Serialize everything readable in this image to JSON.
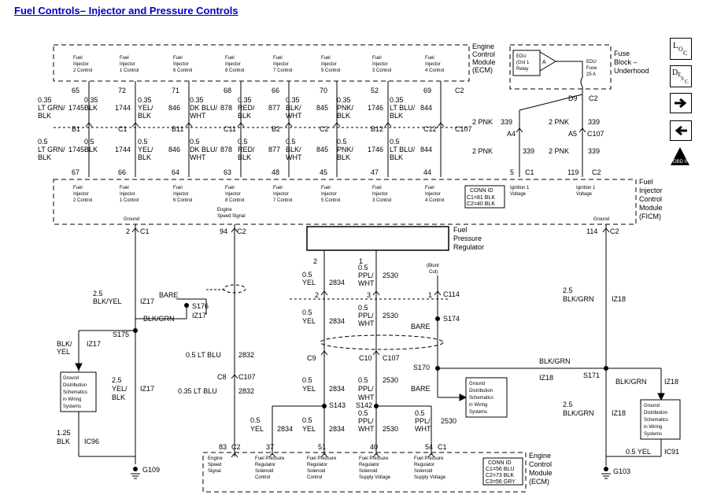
{
  "title": "Fuel Controls– Injector and Pressure Controls",
  "ecm_top": {
    "title_lines": [
      "Engine",
      "Control",
      "Module",
      "(ECM)"
    ],
    "inputs": [
      {
        "l1": "Fuel",
        "l2": "Injector",
        "l3": "2 Control",
        "pin": "65"
      },
      {
        "l1": "Fuel",
        "l2": "Injector",
        "l3": "1 Control",
        "pin": "72"
      },
      {
        "l1": "Fuel",
        "l2": "Injector",
        "l3": "6 Control",
        "pin": "71"
      },
      {
        "l1": "Fuel",
        "l2": "Injector",
        "l3": "8 Control",
        "pin": "68"
      },
      {
        "l1": "Fuel",
        "l2": "Injector",
        "l3": "7 Control",
        "pin": "66"
      },
      {
        "l1": "Fuel",
        "l2": "Injector",
        "l3": "5 Control",
        "pin": "70"
      },
      {
        "l1": "Fuel",
        "l2": "Injector",
        "l3": "3 Control",
        "pin": "52"
      },
      {
        "l1": "Fuel",
        "l2": "Injector",
        "l3": "4 Control",
        "pin": "69"
      }
    ],
    "connector": "C2"
  },
  "ficm": {
    "title_lines": [
      "Fuel",
      "Injector",
      "Control",
      "Module",
      "(FICM)"
    ],
    "inputs": [
      {
        "l1": "Fuel",
        "l2": "Injector",
        "l3": "2 Control",
        "pin": "67"
      },
      {
        "l1": "Fuel",
        "l2": "Injector",
        "l3": "1 Control",
        "pin": "66"
      },
      {
        "l1": "Fuel",
        "l2": "Injector",
        "l3": "6 Control",
        "pin": "64"
      },
      {
        "l1": "Fuel",
        "l2": "Injector",
        "l3": "8 Control",
        "pin": "63"
      },
      {
        "l1": "Fuel",
        "l2": "Injector",
        "l3": "7 Control",
        "pin": "48"
      },
      {
        "l1": "Fuel",
        "l2": "Injector",
        "l3": "5 Control",
        "pin": "45"
      },
      {
        "l1": "Fuel",
        "l2": "Injector",
        "l3": "3 Control",
        "pin": "47"
      },
      {
        "l1": "Fuel",
        "l2": "Injector",
        "l3": "4 Control",
        "pin": "44"
      }
    ],
    "conn_id": {
      "title": "CONN ID",
      "l1": "C1=81 BLK",
      "l2": "C2=40 BLK"
    },
    "ign1": {
      "l1": "Ignition 1",
      "l2": "Voltage",
      "pin": "5",
      "conn": "C1"
    },
    "ign2": {
      "l1": "Ignition 1",
      "l2": "Voltage",
      "pin": "119",
      "conn": "C2"
    },
    "ground_label": "Ground",
    "ground1": {
      "pin": "2",
      "conn": "C1"
    },
    "ground2": {
      "pin": "114",
      "conn": "C2"
    },
    "speed_label_l1": "Engine",
    "speed_label_l2": "Speed Signal",
    "speed_pin": {
      "pin": "94",
      "conn": "C2"
    }
  },
  "injector_wires": [
    {
      "size_u": "0.35",
      "color_u1": "LT GRN/",
      "color_u2": "BLK",
      "circuit_u": "1745",
      "size_l": "0.5",
      "color_l1": "LT GRN/",
      "color_l2": "BLK",
      "circuit_l": "1745",
      "pin_u": "B1",
      "pin_l": ""
    },
    {
      "size_u": "0.35",
      "color_u1": "BLK",
      "color_u2": "",
      "circuit_u": "1744",
      "size_l": "0.5",
      "color_l1": "BLK",
      "color_l2": "",
      "circuit_l": "1744",
      "pin_u": "C1",
      "pin_l": ""
    },
    {
      "size_u": "0.35",
      "color_u1": "YEL/",
      "color_u2": "BLK",
      "circuit_u": "846",
      "size_l": "0.5",
      "color_l1": "YEL/",
      "color_l2": "BLK",
      "circuit_l": "846",
      "pin_u": "B11",
      "pin_l": ""
    },
    {
      "size_u": "0.35",
      "color_u1": "DK BLU/",
      "color_u2": "WHT",
      "circuit_u": "878",
      "size_l": "0.5",
      "color_l1": "DK BLU/",
      "color_l2": "WHT",
      "circuit_l": "878",
      "pin_u": "C11",
      "pin_l": ""
    },
    {
      "size_u": "0.35",
      "color_u1": "RED/",
      "color_u2": "BLK",
      "circuit_u": "877",
      "size_l": "0.5",
      "color_l1": "RED/",
      "color_l2": "BLK",
      "circuit_l": "877",
      "pin_u": "B2",
      "pin_l": ""
    },
    {
      "size_u": "0.35",
      "color_u1": "BLK/",
      "color_u2": "WHT",
      "circuit_u": "845",
      "size_l": "0.5",
      "color_l1": "BLK/",
      "color_l2": "WHT",
      "circuit_l": "845",
      "pin_u": "C2",
      "pin_l": ""
    },
    {
      "size_u": "0.35",
      "color_u1": "PNK/",
      "color_u2": "BLK",
      "circuit_u": "1746",
      "size_l": "0.5",
      "color_l1": "PNK/",
      "color_l2": "BLK",
      "circuit_l": "1746",
      "pin_u": "B12",
      "pin_l": ""
    },
    {
      "size_u": "0.35",
      "color_u1": "LT BLU/",
      "color_u2": "BLK",
      "circuit_u": "844",
      "size_l": "0.5",
      "color_l1": "LT BLU/",
      "color_l2": "BLK",
      "circuit_l": "844",
      "pin_u": "C12",
      "pin_l": ""
    }
  ],
  "c107_upper": "C107",
  "fuse_block": {
    "title_lines": [
      "Fuse",
      "Block –",
      "Underhood"
    ],
    "relay_l1": "EDU",
    "relay_l2": "(Gnl 1",
    "relay_l3": "Relay",
    "relay_a": "A",
    "fuse_l1": "EDU",
    "fuse_l2": "Fuse",
    "fuse_l3": "25 A",
    "out_pin": "D9",
    "out_conn": "C2"
  },
  "power_wires": {
    "left_size": "2 PNK",
    "left_circuit": "339",
    "left_pin": "A4",
    "right_size": "2 PNK",
    "right_circuit": "339",
    "right_pin": "A5",
    "right_conn": "C107",
    "left_size2": "2 PNK",
    "left_circuit2": "339",
    "right_size2": "2 PNK",
    "right_circuit2": "339"
  },
  "nav": {
    "loc_main": "L",
    "loc_sub1": "O",
    "loc_sub2": "C",
    "desc_main": "D",
    "desc_sub1": "E",
    "desc_sub2": "S",
    "desc_sub3": "C",
    "obd_label": "OBD II"
  },
  "left_ground": {
    "wire1_size": "2.5",
    "wire1_color": "BLK/YEL",
    "wire1_circuit": "IZ17",
    "bare": "BARE",
    "splice1": "S176",
    "splice1_circuit": "IZ17",
    "wire2_color": "BLK/GRN",
    "splice2": "S175",
    "wire3_color1": "BLK/",
    "wire3_color2": "YEL",
    "wire3_circuit": "IZ17",
    "wire4_size": "2.5",
    "wire4_color1": "YEL/",
    "wire4_color2": "BLK",
    "wire4_circuit": "IZ17",
    "wire5_size": "1.25",
    "wire5_color": "BLK",
    "wire5_circuit": "IC96",
    "ground": "G109",
    "schematic_box": [
      "Ground",
      "Distribution",
      "Schematics",
      "in Wiring",
      "Systems"
    ]
  },
  "speed_signal": {
    "wire1": "0.5 LT BLU",
    "wire1_circuit": "2832",
    "c8": "C8",
    "c107": "C107",
    "wire2": "0.35 LT BLU",
    "wire2_circuit": "2832"
  },
  "regulator": {
    "title_lines": [
      "Fuel",
      "Pressure",
      "Regulator"
    ],
    "pin2": "2",
    "pin1": "1",
    "wire_a_size": "0.5",
    "wire_a_color": "YEL",
    "wire_a_circuit": "2834",
    "wire_b_size": "0.5",
    "wire_b_color1": "PPL/",
    "wire_b_color2": "WHT",
    "wire_b_circuit": "2530",
    "blunt_l1": "(Blunt",
    "blunt_l2": "Cut)",
    "c114_pin2": "2",
    "c114_pin3": "3",
    "c114_pin1": "1",
    "c114": "C114",
    "wire_c_size": "0.5",
    "wire_c_color": "YEL",
    "wire_c_circuit": "2834",
    "wire_d_size": "0.5",
    "wire_d_color1": "PPL/",
    "wire_d_color2": "WHT",
    "wire_d_circuit": "2530",
    "bare": "BARE",
    "s174": "S174",
    "c9": "C9",
    "c10": "C10",
    "c107": "C107",
    "s170": "S170",
    "wire_e_size": "0.5",
    "wire_e_color": "YEL",
    "wire_e_circuit": "2834",
    "wire_f_size": "0.5",
    "wire_f_color1": "PPL/",
    "wire_f_color2": "WHT",
    "wire_f_circuit": "2530",
    "bare2": "BARE",
    "s143": "S143",
    "s142": "S142",
    "wire_g_size": "0.5",
    "wire_g_color": "YEL",
    "wire_g_circuit": "2834",
    "wire_h_size": "0.5",
    "wire_h_color": "YEL",
    "wire_h_circuit": "2834",
    "wire_i_size": "0.5",
    "wire_i_color1": "PPL/",
    "wire_i_color2": "WHT",
    "wire_i_circuit": "2530",
    "wire_j_size": "0.5",
    "wire_j_color1": "PPL/",
    "wire_j_color2": "WHT",
    "wire_j_circuit": "2530",
    "schematic_box": [
      "Ground",
      "Distribution",
      "Schematics",
      "in Wiring",
      "Systems"
    ]
  },
  "right_ground": {
    "wire1_size": "2.5",
    "wire1_color": "BLK/GRN",
    "wire1_circuit": "IZ18",
    "wire2_color": "BLK/GRN",
    "wire2_circuit": "IZ18",
    "splice": "S171",
    "wire3_color": "BLK/GRN",
    "wire3_circuit": "IZ18",
    "wire4_size": "2.5",
    "wire4_color": "BLK/GRN",
    "wire4_circuit": "IZ18",
    "wire5": "0.5 YEL",
    "wire5_circuit": "IC91",
    "ground": "G103",
    "schematic_box": [
      "Ground",
      "Distribution",
      "Schematics",
      "in Wiring",
      "Systems"
    ]
  },
  "ecm_bottom": {
    "title_lines": [
      "Engine",
      "Control",
      "Module",
      "(ECM)"
    ],
    "pins": [
      {
        "l1": "Engine",
        "l2": "Speed",
        "l3": "Signal",
        "l4": "",
        "pin": "83",
        "conn": "C2"
      },
      {
        "l1": "Fuel Pressure",
        "l2": "Regulator",
        "l3": "Solenoid",
        "l4": "Control",
        "pin": "37",
        "conn": ""
      },
      {
        "l1": "Fuel Pressure",
        "l2": "Regulator",
        "l3": "Solenoid",
        "l4": "Control",
        "pin": "51",
        "conn": ""
      },
      {
        "l1": "Fuel Pressure",
        "l2": "Regulator",
        "l3": "Solenoid",
        "l4": "Supply Voltage",
        "pin": "40",
        "conn": ""
      },
      {
        "l1": "Fuel Pressure",
        "l2": "Regulator",
        "l3": "Solenoid",
        "l4": "Supply Voltage",
        "pin": "54",
        "conn": "C1"
      }
    ],
    "conn_id": {
      "title": "CONN ID",
      "l1": "C1=56 BLU",
      "l2": "C2=73 BLK",
      "l3": "C3=56 GRY"
    }
  }
}
